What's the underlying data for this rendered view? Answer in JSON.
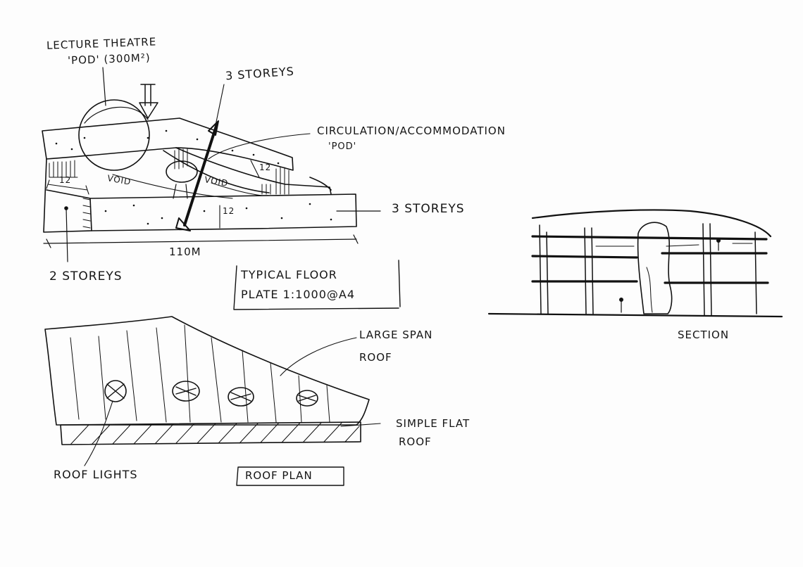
{
  "labels": {
    "lecture_theatre": "LECTURE THEATRE",
    "pod_area": "'POD' (300m²)",
    "three_storeys_top": "3 STOREYS",
    "circulation": "CIRCULATION/ACCOMMODATION",
    "circulation_pod": "'POD'",
    "three_storeys_right": "3 STOREYS",
    "two_storeys": "2 STOREYS",
    "dim_110m": "110M",
    "dim_12_left": "12",
    "dim_12_mid": "12",
    "dim_12_right": "12",
    "void_left": "VOID",
    "void_right": "VOID",
    "typical_floor_line1": "TYPICAL FLOOR",
    "typical_floor_line2": "PLATE 1:1000@A4",
    "section": "SECTION",
    "large_span_line1": "LARGE SPAN",
    "large_span_line2": "ROOF",
    "simple_flat_line1": "SIMPLE FLAT",
    "simple_flat_line2": "ROOF",
    "roof_lights": "ROOF LIGHTS",
    "roof_plan": "ROOF PLAN"
  },
  "colors": {
    "ink": "#111111",
    "paper": "#fdfdfd"
  }
}
